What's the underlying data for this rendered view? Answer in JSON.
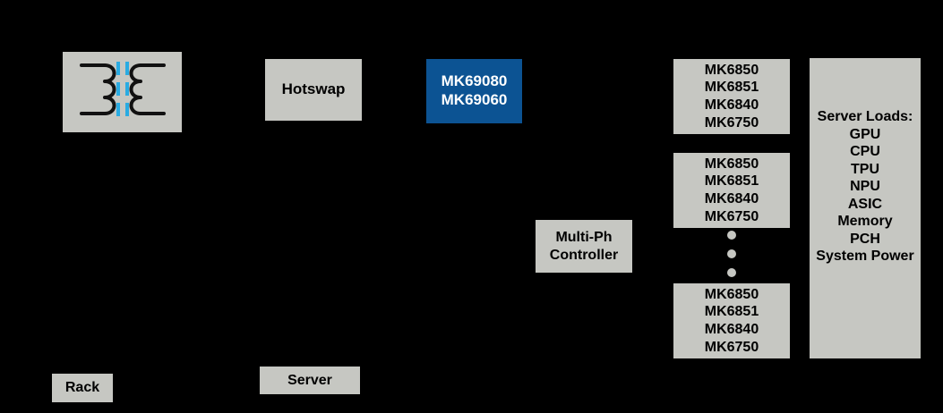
{
  "diagram": {
    "background_color": "#000000",
    "block_fill": "#c6c7c2",
    "accent_blue": "#0c5393",
    "coil_accent": "#29abe2",
    "transformer": {
      "icon_name": "transformer-icon"
    },
    "hotswap": {
      "label": "Hotswap"
    },
    "mk69_controller": {
      "lines": [
        "MK69080",
        "MK69060"
      ]
    },
    "multiphase_controller": {
      "lines": [
        "Multi-Ph",
        "Controller"
      ]
    },
    "mk_stacks": [
      {
        "lines": [
          "MK6850",
          "MK6851",
          "MK6840",
          "MK6750"
        ]
      },
      {
        "lines": [
          "MK6850",
          "MK6851",
          "MK6840",
          "MK6750"
        ]
      },
      {
        "lines": [
          "MK6850",
          "MK6851",
          "MK6840",
          "MK6750"
        ]
      }
    ],
    "ellipsis": {
      "dot_count": 3
    },
    "server_loads": {
      "lines": [
        "Server Loads:",
        "GPU",
        "CPU",
        "TPU",
        "NPU",
        "ASIC",
        "Memory",
        "PCH",
        "System Power"
      ]
    },
    "legend": {
      "rack_label": "Rack",
      "server_label": "Server"
    }
  }
}
